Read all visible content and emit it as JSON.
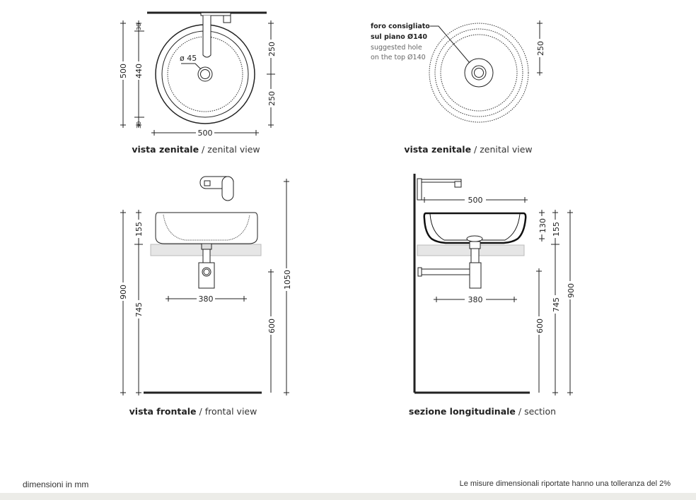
{
  "zenital_view_1": {
    "caption_bold": "vista zenitale",
    "caption_light": " / zenital view",
    "drain_label": "ø 45",
    "dims": {
      "total_height": "500",
      "inner_height": "440",
      "rim_top": "30",
      "rim_bottom": "30",
      "half_top": "250",
      "half_bottom": "250",
      "width": "500"
    }
  },
  "zenital_view_2": {
    "caption_bold": "vista zenitale",
    "caption_light": " / zenital view",
    "note_it_1": "foro consigliato",
    "note_it_2": "sul piano Ø140",
    "note_en_1": "suggested hole",
    "note_en_2": "on the top Ø140",
    "dims": {
      "radius": "250"
    }
  },
  "frontal_view": {
    "caption_bold": "vista frontale",
    "caption_light": " / frontal view",
    "dims": {
      "total": "900",
      "basin": "155",
      "counter": "745",
      "faucet": "1050",
      "trap": "600",
      "drain_width": "380"
    }
  },
  "section_view": {
    "caption_bold": "sezione longitudinale",
    "caption_light": " / section",
    "dims": {
      "width": "500",
      "inner": "130",
      "basin": "155",
      "counter": "745",
      "total": "900",
      "trap": "600",
      "drain_width": "380"
    }
  },
  "footer": {
    "left": "dimensioni in mm",
    "right": "Le misure dimensionali riportate hanno una tolleranza del 2%"
  }
}
